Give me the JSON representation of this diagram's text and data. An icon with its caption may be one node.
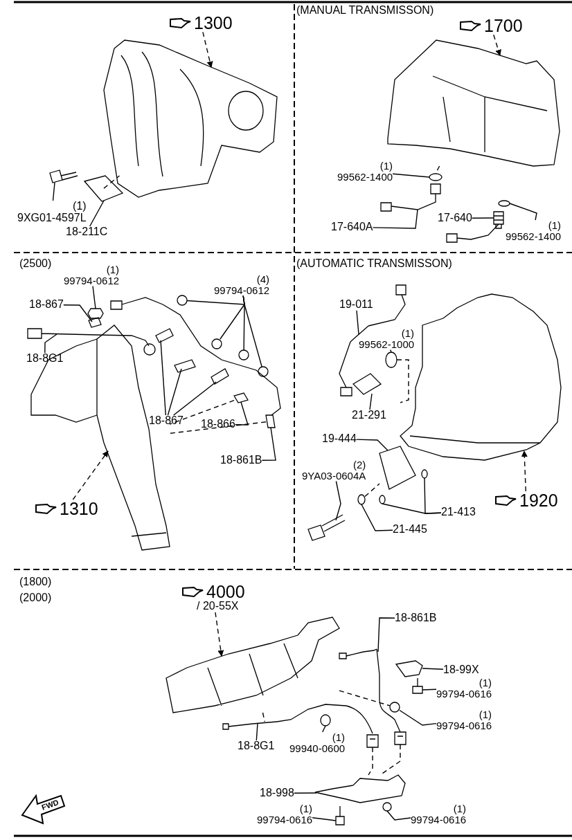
{
  "diagram": {
    "nodes": [
      {
        "text": [
          "1300"
        ]
      },
      {
        "text": [
          "(1)",
          "9XG01-4597L"
        ]
      },
      {
        "text": [
          "18-211C"
        ]
      },
      {
        "text": [
          "1700"
        ]
      },
      {
        "text": [
          "(1)",
          "99562-1400"
        ]
      },
      {
        "text": [
          "17-640A"
        ]
      },
      {
        "text": [
          "17-640"
        ]
      },
      {
        "text": [
          "(1)",
          "99562-1400"
        ]
      },
      {
        "text": [
          "(1)",
          "99794-0612"
        ]
      },
      {
        "text": [
          "18-867"
        ]
      },
      {
        "text": [
          "18-8G1"
        ]
      },
      {
        "text": [
          "(4)",
          "99794-0612"
        ]
      },
      {
        "text": [
          "18-867"
        ]
      },
      {
        "text": [
          "18-866"
        ]
      },
      {
        "text": [
          "18-861B"
        ]
      },
      {
        "text": [
          "1310"
        ]
      },
      {
        "text": [
          "19-011"
        ]
      },
      {
        "text": [
          "(1)",
          "99562-1000"
        ]
      },
      {
        "text": [
          "21-291"
        ]
      },
      {
        "text": [
          "19-444"
        ]
      },
      {
        "text": [
          "(2)",
          "9YA03-0604A"
        ]
      },
      {
        "text": [
          "21-413"
        ]
      },
      {
        "text": [
          "21-445"
        ]
      },
      {
        "text": [
          "1920"
        ]
      },
      {
        "text": [
          "4000",
          "/ 20-55X"
        ]
      },
      {
        "text": [
          "18-861B"
        ]
      },
      {
        "text": [
          "18-99X"
        ]
      },
      {
        "text": [
          "(1)",
          "99794-0616"
        ]
      },
      {
        "text": [
          "(1)",
          "99794-0616"
        ]
      },
      {
        "text": [
          "18-8G1"
        ]
      },
      {
        "text": [
          "(1)",
          "99940-0600"
        ]
      },
      {
        "text": [
          "18-998"
        ]
      },
      {
        "text": [
          "(1)",
          "99794-0616"
        ]
      },
      {
        "text": [
          "(1)",
          "99794-0616"
        ]
      },
      {
        "text": [],
        "shape": "picture"
      },
      {
        "text": [],
        "shape": "picture"
      },
      {
        "text": [],
        "shape": "picture"
      },
      {
        "text": [],
        "shape": "picture"
      },
      {
        "text": [],
        "shape": "picture"
      },
      {
        "text": [],
        "shape": "picture"
      },
      {
        "text": [],
        "shape": "picture"
      },
      {
        "text": [],
        "shape": "picture"
      },
      {
        "text": [],
        "shape": "picture"
      },
      {
        "text": [],
        "shape": "picture"
      },
      {
        "text": [],
        "shape": "picture"
      },
      {
        "text": [],
        "shape": "picture"
      },
      {
        "text": [],
        "shape": "picture"
      },
      {
        "text": [],
        "shape": "picture"
      },
      {
        "text": [],
        "shape": "picture"
      },
      {
        "text": [],
        "shape": "picture"
      },
      {
        "text": [],
        "shape": "picture"
      },
      {
        "text": [],
        "shape": "picture"
      },
      {
        "text": [],
        "shape": "picture"
      },
      {
        "text": [],
        "shape": "picture"
      },
      {
        "text": [],
        "shape": "picture"
      },
      {
        "text": [],
        "shape": "picture"
      },
      {
        "text": [],
        "shape": "picture"
      },
      {
        "text": [],
        "shape": "picture"
      },
      {
        "text": [],
        "shape": "picture"
      },
      {
        "text": [],
        "shape": "picture"
      },
      {
        "text": [],
        "shape": "picture"
      },
      {
        "text": [],
        "shape": "picture"
      },
      {
        "text": [],
        "shape": "picture"
      },
      {
        "text": [],
        "shape": "picture"
      },
      {
        "text": [],
        "shape": "picture"
      },
      {
        "text": [],
        "shape": "picture"
      },
      {
        "text": [],
        "shape": "picture"
      },
      {
        "text": [],
        "shape": "picture"
      },
      {
        "text": [],
        "shape": "picture"
      },
      {
        "text": [],
        "shape": "picture"
      },
      {
        "text": [],
        "shape": "picture"
      },
      {
        "text": [],
        "shape": "picture"
      },
      {
        "text": [],
        "shape": "picture"
      },
      {
        "text": [],
        "shape": "picture"
      },
      {
        "text": [],
        "shape": "picture"
      },
      {
        "text": [],
        "shape": "picture"
      },
      {
        "text": [
          "FWD"
        ]
      }
    ],
    "edges": [
      {
        "from": 0,
        "to": 34,
        "arrow": "to",
        "style": "dashed"
      },
      {
        "from": 1,
        "to": 35,
        "arrow": "none"
      },
      {
        "from": 2,
        "to": 36,
        "arrow": "none"
      },
      {
        "from": 3,
        "to": 37,
        "arrow": "to",
        "style": "dashed"
      },
      {
        "from": 4,
        "to": 38,
        "arrow": "none"
      },
      {
        "from": 5,
        "to": 39,
        "arrow": "none"
      },
      {
        "from": 6,
        "to": 40,
        "arrow": "none"
      },
      {
        "from": 7,
        "to": 41,
        "arrow": "none"
      },
      {
        "from": 8,
        "to": 42,
        "arrow": "none"
      },
      {
        "from": 9,
        "to": 43,
        "arrow": "none"
      },
      {
        "from": 10,
        "to": 44,
        "arrow": "none"
      },
      {
        "from": 11,
        "to": 45,
        "arrow": "none"
      },
      {
        "from": 11,
        "to": 46,
        "arrow": "none"
      },
      {
        "from": 11,
        "to": 47,
        "arrow": "none"
      },
      {
        "from": 11,
        "to": 48,
        "arrow": "none"
      },
      {
        "from": 12,
        "to": 49,
        "arrow": "none"
      },
      {
        "from": 12,
        "to": 50,
        "arrow": "none"
      },
      {
        "from": 12,
        "to": 51,
        "arrow": "none"
      },
      {
        "from": 13,
        "to": 52,
        "arrow": "none"
      },
      {
        "from": 14,
        "to": 53,
        "arrow": "none"
      },
      {
        "from": 15,
        "to": 54,
        "arrow": "to",
        "style": "dashed"
      },
      {
        "from": 16,
        "to": 55,
        "arrow": "none"
      },
      {
        "from": 17,
        "to": 56,
        "arrow": "none"
      },
      {
        "from": 18,
        "to": 57,
        "arrow": "none"
      },
      {
        "from": 19,
        "to": 58,
        "arrow": "none"
      },
      {
        "from": 20,
        "to": 59,
        "arrow": "none"
      },
      {
        "from": 21,
        "to": 60,
        "arrow": "none"
      },
      {
        "from": 21,
        "to": 61,
        "arrow": "none"
      },
      {
        "from": 22,
        "to": 62,
        "arrow": "none"
      },
      {
        "from": 23,
        "to": 63,
        "arrow": "to",
        "style": "dashed"
      },
      {
        "from": 24,
        "to": 64,
        "arrow": "to",
        "style": "dashed"
      },
      {
        "from": 25,
        "to": 65,
        "arrow": "none"
      },
      {
        "from": 26,
        "to": 66,
        "arrow": "none"
      },
      {
        "from": 27,
        "to": 67,
        "arrow": "none"
      },
      {
        "from": 28,
        "to": 68,
        "arrow": "none"
      },
      {
        "from": 29,
        "to": 69,
        "arrow": "none"
      },
      {
        "from": 30,
        "to": 70,
        "arrow": "none"
      },
      {
        "from": 31,
        "to": 71,
        "arrow": "none"
      },
      {
        "from": 32,
        "to": 72,
        "arrow": "none"
      },
      {
        "from": 33,
        "to": 73,
        "arrow": "none"
      },
      {
        "from": 34,
        "to": 36,
        "arrow": "none",
        "style": "dashed"
      },
      {
        "from": 37,
        "to": 38,
        "arrow": "none",
        "style": "dashed"
      },
      {
        "from": 52,
        "to": 54,
        "arrow": "none",
        "style": "dashed"
      },
      {
        "from": 53,
        "to": 54,
        "arrow": "none",
        "style": "dashed"
      },
      {
        "from": 62,
        "to": 58,
        "arrow": "none",
        "style": "dashed"
      },
      {
        "from": 56,
        "to": 63,
        "arrow": "none",
        "style": "dashed"
      },
      {
        "from": 64,
        "to": 69,
        "arrow": "none",
        "style": "dashed"
      },
      {
        "from": 64,
        "to": 68,
        "arrow": "none",
        "style": "dashed"
      },
      {
        "from": 74,
        "to": 71,
        "arrow": "none",
        "style": "dashed"
      },
      {
        "from": 75,
        "to": 71,
        "arrow": "none",
        "style": "dashed"
      }
    ],
    "labels": [
      "(MANUAL TRANSMISSON)",
      "(2500)",
      "(AUTOMATIC TRANSMISSON)",
      "(1800)",
      "(2000)"
    ]
  }
}
